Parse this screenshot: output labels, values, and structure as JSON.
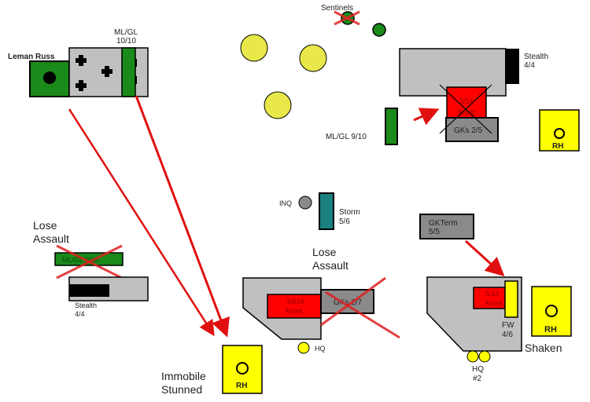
{
  "colors": {
    "green": "#1a8a1a",
    "yellow_circle": "#e8e84a",
    "yellow_box": "#ffff00",
    "grey_light": "#c0c0c0",
    "grey_dark": "#8a8a8a",
    "red": "#ff0000",
    "arrow_red": "#e01010",
    "teal": "#1a8080",
    "black": "#000000"
  },
  "units": {
    "leman_russ": {
      "label": "Leman Russ"
    },
    "mlgl_top_left": {
      "label_line1": "ML/GL",
      "label_line2": "10/10"
    },
    "sentinels": {
      "label": "Sentinels"
    },
    "stealth_top": {
      "label_line1": "Stealth",
      "label_line2": "4/4"
    },
    "kroot_top": {
      "label_line1": "3/14",
      "label_line2": "Kroot"
    },
    "gks_top": {
      "label": "GKs 2/5"
    },
    "mlgl_mid": {
      "label": "ML/GL 9/10"
    },
    "rh_top_right": {
      "label": "RH"
    },
    "inq": {
      "label": "INQ"
    },
    "storm": {
      "label_line1": "Storm",
      "label_line2": "5/6"
    },
    "gkterm": {
      "label_line1": "GKTerm",
      "label_line2": "5/5"
    },
    "mlgl_left_destroyed": {
      "label": "ML/GL 9/10"
    },
    "stealth_left": {
      "label_line1": "Stealth",
      "label_line2": "4/4"
    },
    "kroot_center": {
      "label_line1": "10/14",
      "label_line2": "Kroot"
    },
    "gks_center": {
      "label": "GKs 2/7"
    },
    "hq_center": {
      "label": "HQ"
    },
    "kroot_right": {
      "label_line1": "5/14",
      "label_line2": "Kroot"
    },
    "fw": {
      "label_line1": "FW",
      "label_line2": "4/6"
    },
    "hq2": {
      "label_line1": "HQ",
      "label_line2": "#2"
    },
    "rh_bottom_right": {
      "label": "RH"
    },
    "rh_bottom_center": {
      "label": "RH"
    }
  },
  "statuses": {
    "left": {
      "line1": "Lose",
      "line2": "Assault"
    },
    "center": {
      "line1": "Lose",
      "line2": "Assault"
    },
    "right": {
      "label": "Shaken"
    },
    "bottom": {
      "line1": "Immobile",
      "line2": "Stunned"
    }
  }
}
